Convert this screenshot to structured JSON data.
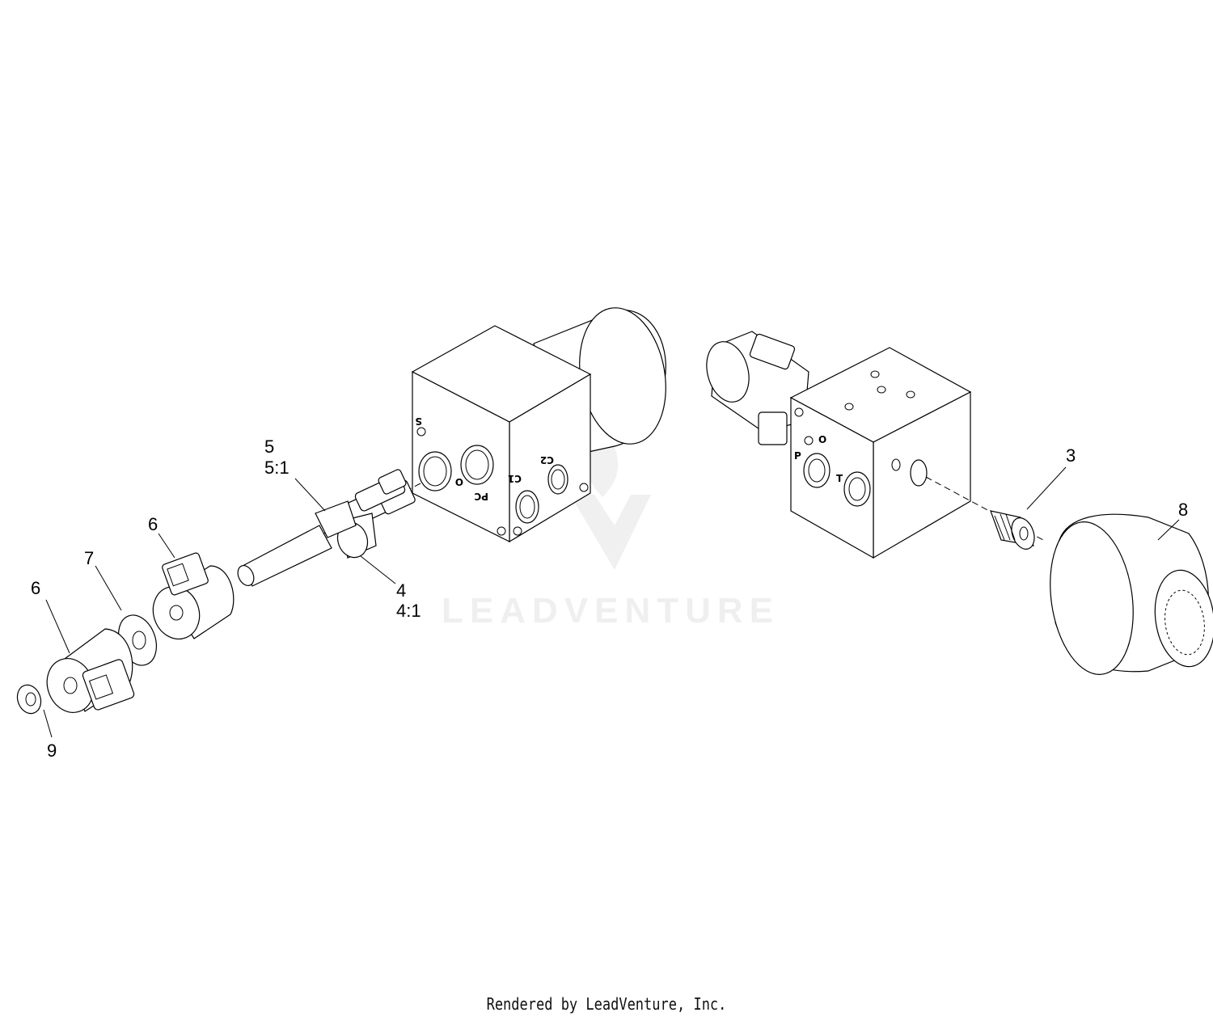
{
  "callouts": {
    "c3": "3",
    "c4": "4",
    "c4_1": "4:1",
    "c5": "5",
    "c5_1": "5:1",
    "c6a": "6",
    "c6b": "6",
    "c7": "7",
    "c8": "8",
    "c9": "9"
  },
  "ports": {
    "s": "S",
    "pc": "PC",
    "o": "O",
    "c1": "C1",
    "c2": "C2",
    "p": "P",
    "t": "T",
    "o2": "O"
  },
  "watermark": "LEADVENTURE",
  "footer": "Rendered by LeadVenture, Inc."
}
